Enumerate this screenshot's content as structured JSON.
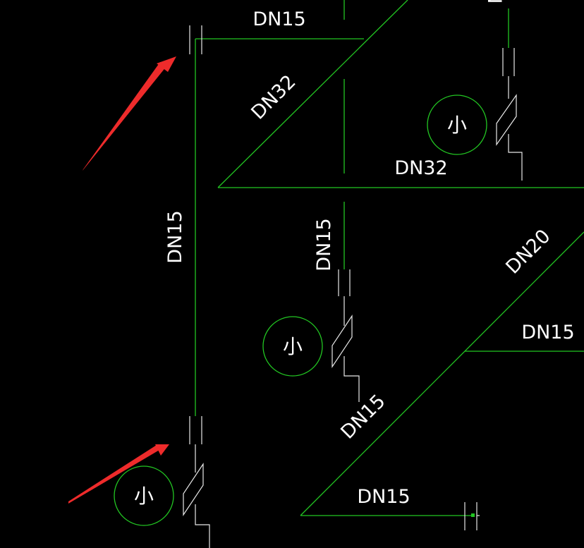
{
  "labels": {
    "dn15_top": "DN15",
    "dn32_diag": "DN32",
    "dn32_horiz": "DN32",
    "dn15_left_vertical": "DN15",
    "dn15_mid_vertical": "DN15",
    "dn20_diag": "DN20",
    "dn15_right": "DN15",
    "dn15_mid_diag": "DN15",
    "dn15_bottom": "DN15",
    "dn_top_right_partial": "DN"
  },
  "fixtures": {
    "glyph": "小"
  },
  "colors": {
    "background": "#000000",
    "pipe": "#22c522",
    "valve": "#e8e8e8",
    "text": "#ffffff",
    "annotation_arrow": "#ee2b2b"
  },
  "icons": {
    "fixture": "water-fixture-circle-icon",
    "valve": "valve-symbol-icon",
    "annotation": "red-arrow-icon"
  }
}
